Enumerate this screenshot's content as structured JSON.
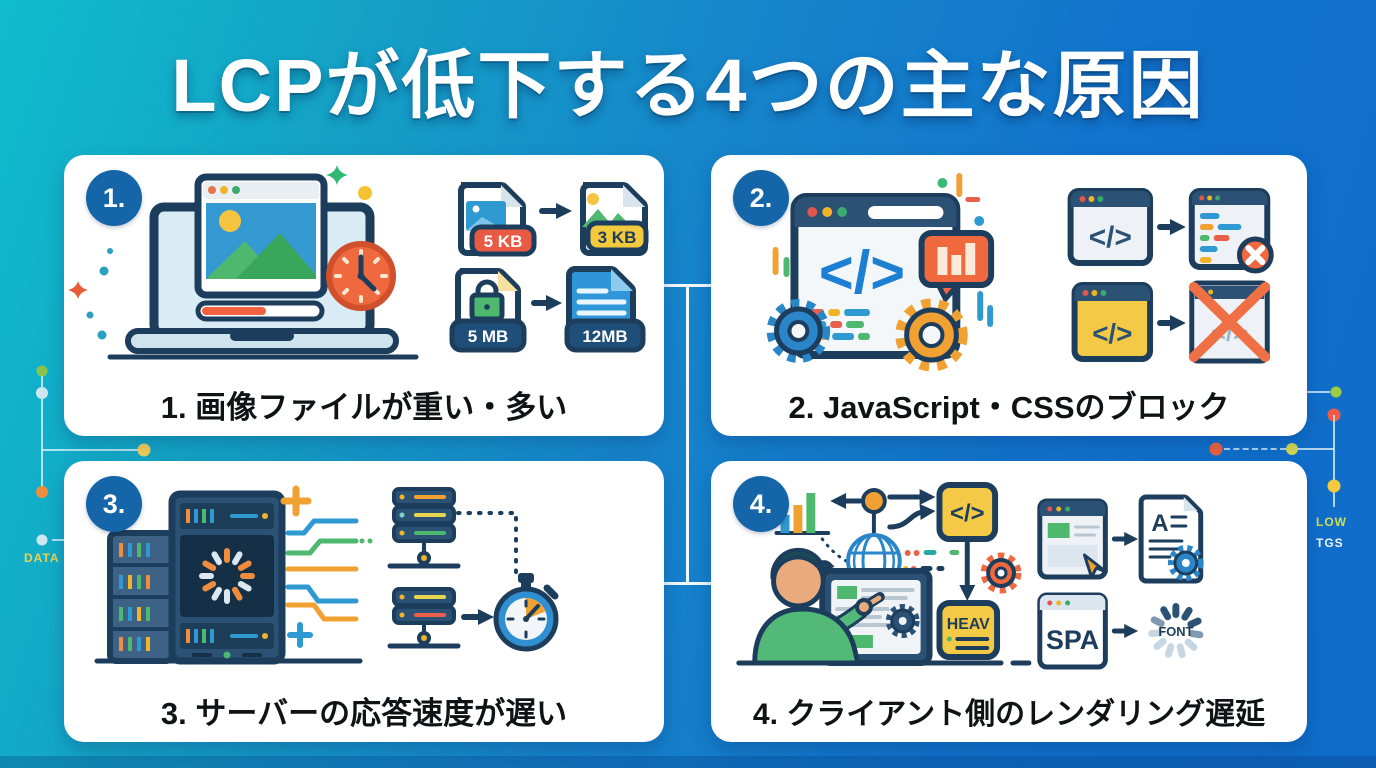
{
  "title": "LCPが低下する4つの主な原因",
  "colors": {
    "badge": "#1566a9",
    "navy_outline": "#1d3d5c",
    "blue": "#2a86c8",
    "orange": "#f0683e",
    "yellow": "#f3c93e",
    "green": "#4db86e",
    "red": "#e2574c",
    "bg_teal": "#0fbccd",
    "bg_blue": "#0f6cc9",
    "card": "#ffffff"
  },
  "decor": {
    "left_label": "DATA",
    "right_label_top": "LOW",
    "right_label_bottom": "TGS"
  },
  "cards": [
    {
      "badge": "1.",
      "caption": "1. 画像ファイルが重い・多い",
      "size_before_top": "5 KB",
      "size_after_top": "3 KB",
      "size_before_bottom": "5 MB",
      "size_after_bottom": "12MB",
      "icons": [
        "laptop-with-image-loading",
        "clock",
        "image-file-compression",
        "locked-file-to-heavy-document"
      ]
    },
    {
      "badge": "2.",
      "caption": "2. JavaScript・CSSのブロック",
      "code_glyph": "</>",
      "icons": [
        "browser-code-window",
        "speech-bubble-chart",
        "blue-gear",
        "orange-gear",
        "script-error",
        "blocked-render"
      ]
    },
    {
      "badge": "3.",
      "caption": "3. サーバーの応答速度が遅い",
      "icons": [
        "server-racks-with-spinner",
        "network-step-lines",
        "server-stack",
        "stopwatch"
      ]
    },
    {
      "badge": "4.",
      "caption": "4. クライアント側のレンダリング遅延",
      "code_glyph": "</>",
      "heavy_label": "HEAV",
      "spa_label": "SPA",
      "font_label": "FONT",
      "doc_letter": "A",
      "icons": [
        "person-at-screen",
        "globe-requests",
        "bar-chart",
        "heavy-bundle-box",
        "click-to-render-doc",
        "spa-to-font-spinner"
      ]
    }
  ]
}
